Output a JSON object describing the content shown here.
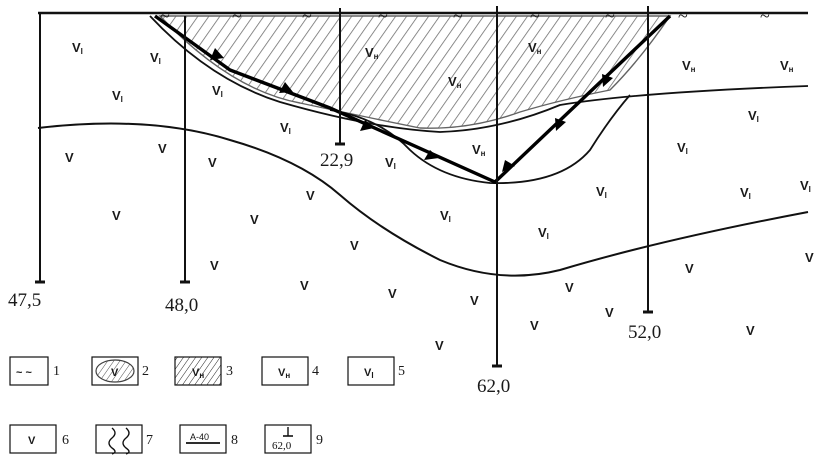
{
  "wells": [
    {
      "id": "well-1",
      "depth_label": "47,5"
    },
    {
      "id": "well-2",
      "depth_label": "48,0"
    },
    {
      "id": "well-3",
      "depth_label": "22,9"
    },
    {
      "id": "well-4",
      "depth_label": "62,0"
    },
    {
      "id": "well-5",
      "depth_label": "52,0"
    }
  ],
  "litho_symbols": {
    "vn": "V",
    "vn_sub": "н",
    "vi": "V",
    "vi_sub": "I",
    "v": "V",
    "tilde": "~"
  },
  "legend": [
    {
      "num": "1",
      "symbol": "~ ~"
    },
    {
      "num": "2",
      "symbol": "V"
    },
    {
      "num": "3",
      "symbol": "V",
      "sub": "н"
    },
    {
      "num": "4",
      "symbol": "V",
      "sub": "н"
    },
    {
      "num": "5",
      "symbol": "V",
      "sub": "I"
    },
    {
      "num": "6",
      "symbol": "V"
    },
    {
      "num": "7",
      "symbol": ""
    },
    {
      "num": "8",
      "symbol": "A-40"
    },
    {
      "num": "9",
      "symbol": "62,0"
    }
  ]
}
